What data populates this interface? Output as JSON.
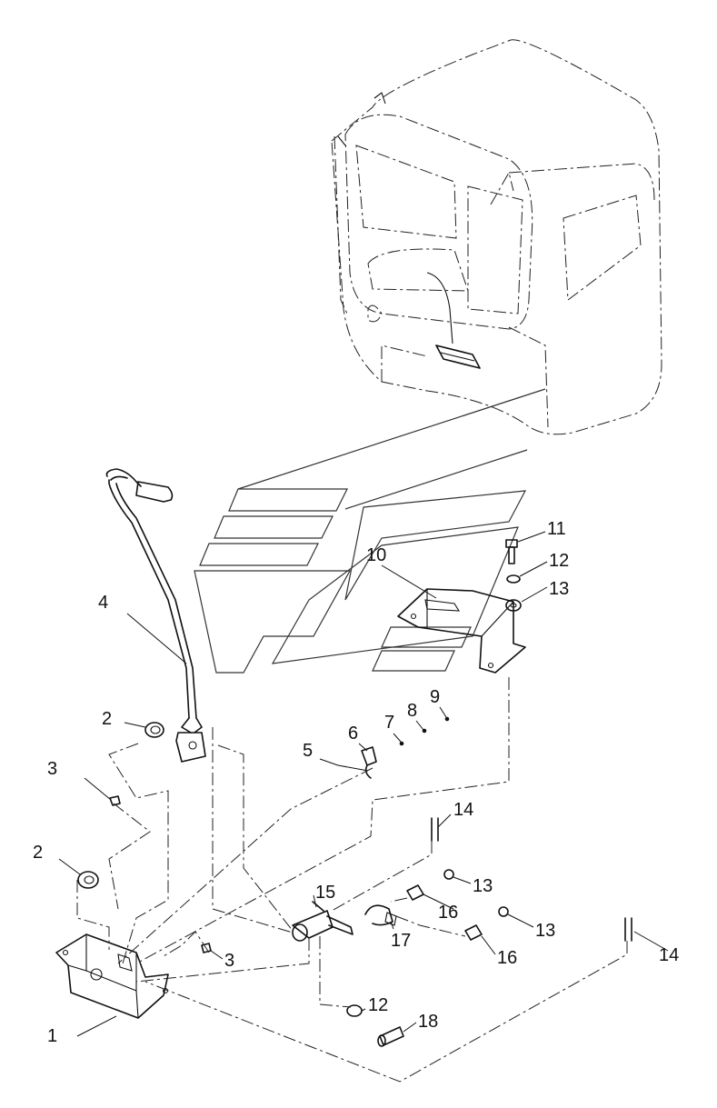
{
  "callouts": {
    "c1": "1",
    "c2a": "2",
    "c2b": "2",
    "c3a": "3",
    "c3b": "3",
    "c4": "4",
    "c5": "5",
    "c6": "6",
    "c7": "7",
    "c8": "8",
    "c9": "9",
    "c10": "10",
    "c11": "11",
    "c12a": "12",
    "c12b": "12",
    "c13a": "13",
    "c13b": "13",
    "c13c": "13",
    "c14a": "14",
    "c14b": "14",
    "c15": "15",
    "c16a": "16",
    "c16b": "16",
    "c17": "17",
    "c18": "18"
  }
}
